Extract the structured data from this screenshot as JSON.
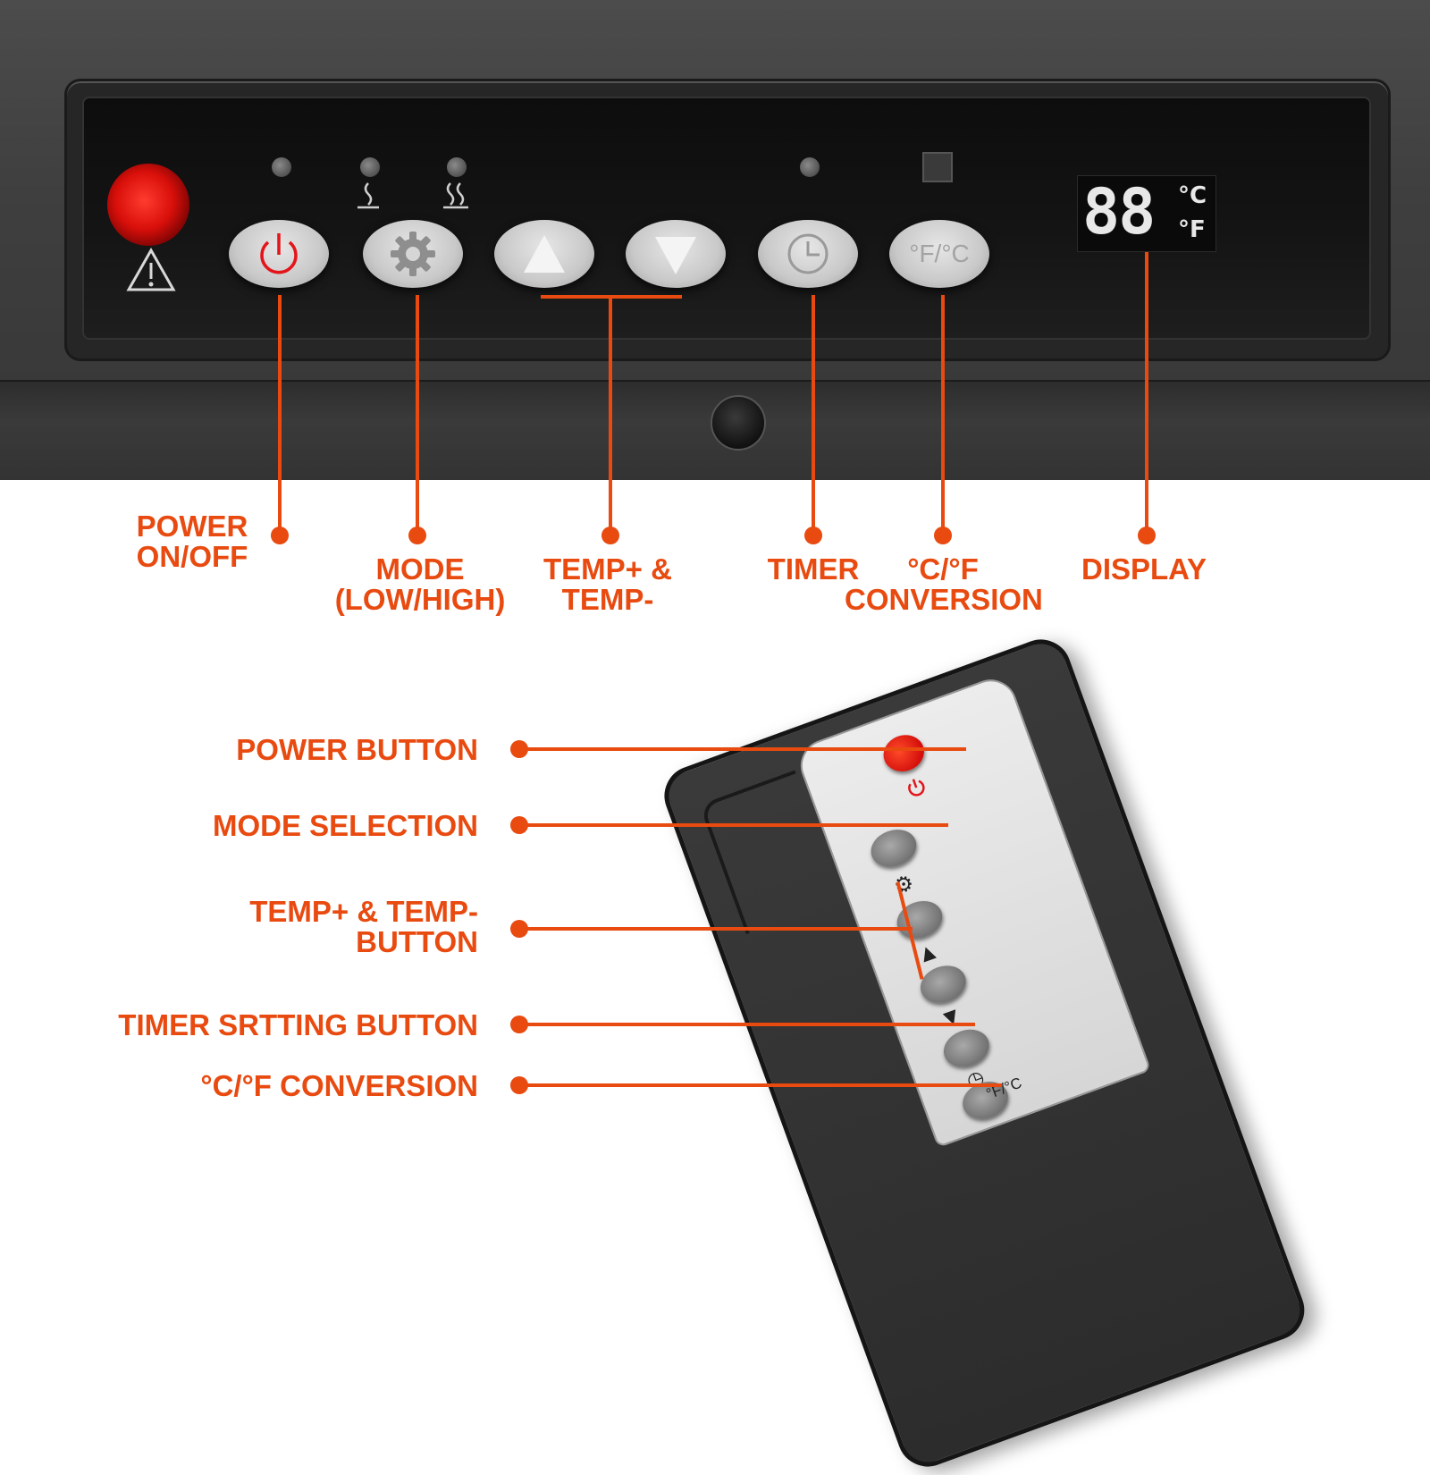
{
  "panel": {
    "buttons": [
      {
        "name": "power",
        "icon": "power-icon"
      },
      {
        "name": "mode",
        "icon": "gear-icon"
      },
      {
        "name": "temp-up",
        "icon": "triangle-up-icon"
      },
      {
        "name": "temp-down",
        "icon": "triangle-down-icon"
      },
      {
        "name": "timer",
        "icon": "clock-icon"
      },
      {
        "name": "conversion",
        "icon": "fahrenheit-celsius-icon",
        "label": "°F/°C"
      }
    ],
    "display": {
      "digits": "88",
      "unit_c": "°C",
      "unit_f": "°F"
    },
    "colors": {
      "callout": "#e84a10",
      "power_light": "#e0140e"
    }
  },
  "callouts_top": {
    "power": "POWER\nON/OFF",
    "mode": "MODE\n(LOW/HIGH)",
    "temp": "TEMP+ &\nTEMP-",
    "timer": "TIMER",
    "conversion": "°C/°F\nCONVERSION",
    "display": "DISPLAY"
  },
  "callouts_remote": {
    "power": "POWER BUTTON",
    "mode": "MODE SELECTION",
    "temp": "TEMP+ & TEMP-\nBUTTON",
    "timer": "TIMER SRTTING BUTTON",
    "conversion": "°C/°F CONVERSION"
  },
  "remote": {
    "conversion_label": "°F/°C"
  }
}
